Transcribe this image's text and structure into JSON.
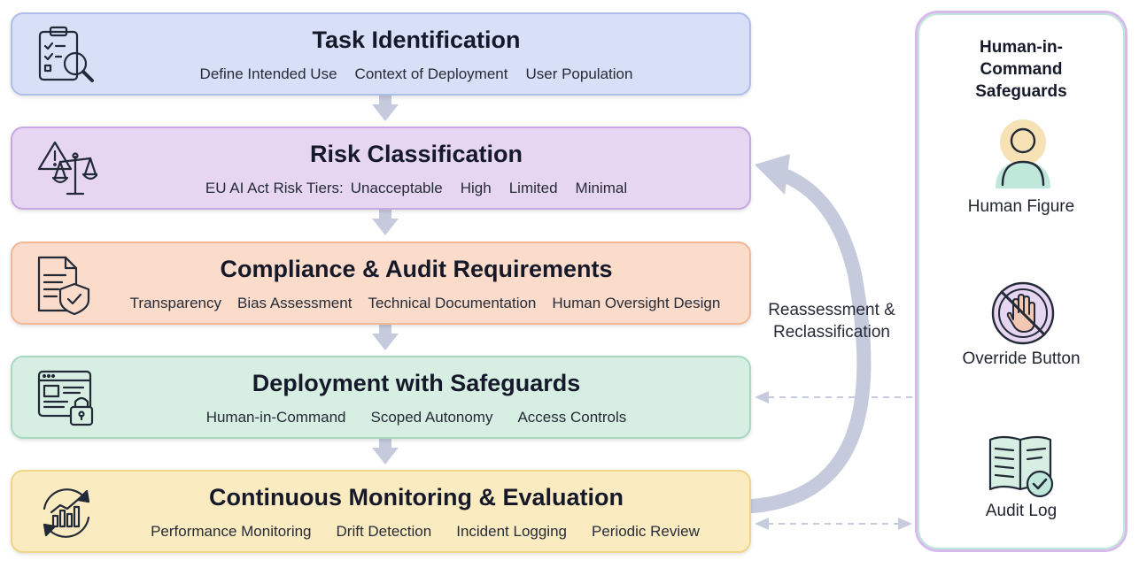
{
  "stages": [
    {
      "title": "Task Identification",
      "items": [
        "Define Intended Use",
        "Context of Deployment",
        "User Population"
      ],
      "icon": "checklist-magnifier-icon"
    },
    {
      "title": "Risk Classification",
      "items": [
        "EU AI Act Risk Tiers:",
        "Unacceptable",
        "High",
        "Limited",
        "Minimal"
      ],
      "icon": "warning-scales-icon"
    },
    {
      "title": "Compliance & Audit Requirements",
      "items": [
        "Transparency",
        "Bias Assessment",
        "Technical Documentation",
        "Human Oversight Design"
      ],
      "icon": "document-shield-icon"
    },
    {
      "title": "Deployment with Safeguards",
      "items": [
        "Human-in-Command",
        "Scoped Autonomy",
        "Access Controls"
      ],
      "icon": "browser-lock-icon"
    },
    {
      "title": "Continuous Monitoring & Evaluation",
      "items": [
        "Performance Monitoring",
        "Drift Detection",
        "Incident Logging",
        "Periodic Review"
      ],
      "icon": "cycle-chart-icon"
    }
  ],
  "feedback": {
    "label": "Reassessment & Reclassification"
  },
  "panel": {
    "title": "Human-in-Command Safeguards",
    "items": [
      {
        "label": "Human Figure",
        "icon": "person-icon"
      },
      {
        "label": "Override Button",
        "icon": "stop-hand-icon"
      },
      {
        "label": "Audit Log",
        "icon": "book-check-icon"
      }
    ]
  },
  "colors": {
    "stage_1": "#d8e0f7",
    "stage_2": "#e6d6f1",
    "stage_3": "#fbdccb",
    "stage_4": "#d7efe3",
    "stage_5": "#fbebc1",
    "arrow": "#c5cbdc",
    "panel_border": "#d7b9ee"
  }
}
